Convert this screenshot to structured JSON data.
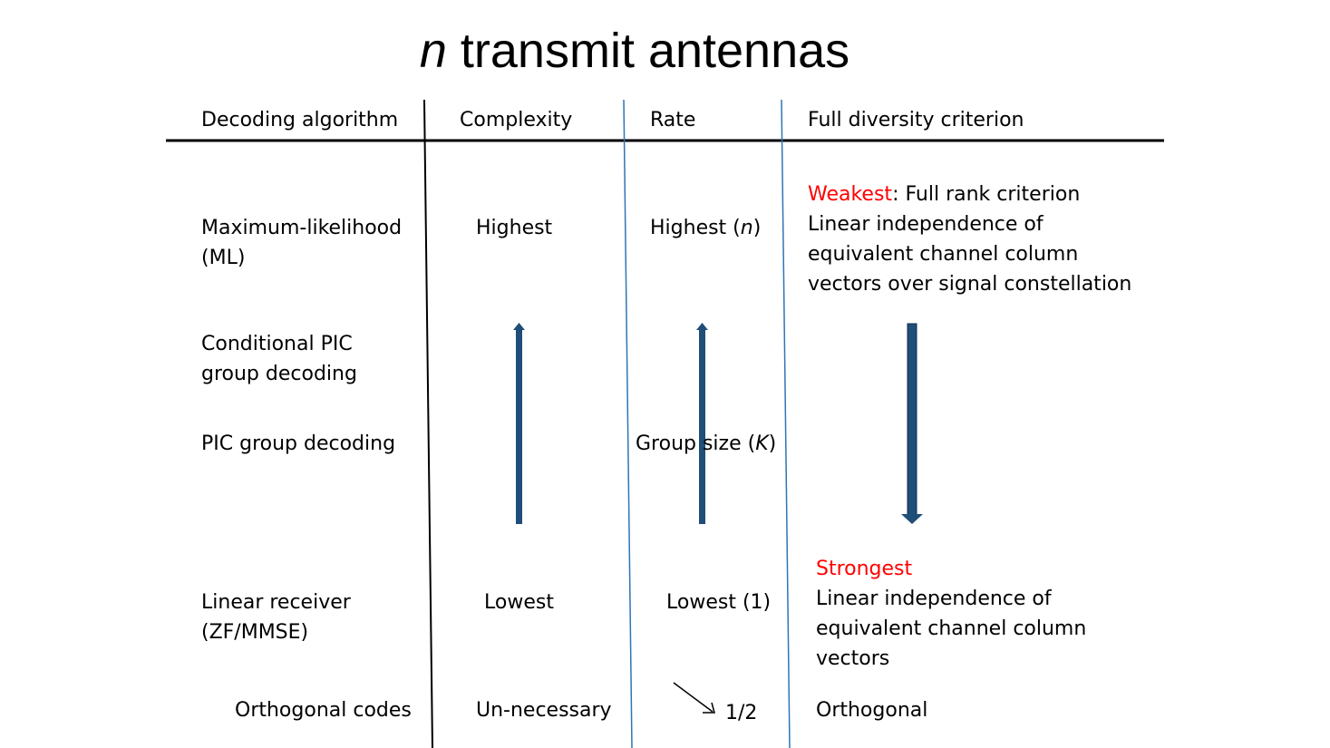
{
  "title": {
    "italic": "n",
    "rest": " transmit antennas"
  },
  "headers": {
    "decoding": "Decoding algorithm",
    "complexity": "Complexity",
    "rate": "Rate",
    "diversity": "Full diversity criterion"
  },
  "rows": {
    "ml": {
      "algo_l1": "Maximum-likelihood",
      "algo_l2": "(ML)",
      "complexity": "Highest",
      "rate_pre": "Highest (",
      "rate_var": "n",
      "rate_post": ")",
      "div_highlight": "Weakest",
      "div_rest": ": Full rank criterion",
      "div_l2": "Linear independence of",
      "div_l3": "equivalent channel column",
      "div_l4": "vectors over signal constellation"
    },
    "cond_pic": {
      "algo_l1": "Conditional PIC",
      "algo_l2": "group decoding"
    },
    "pic": {
      "algo": "PIC  group decoding",
      "rate_pre": "Group size (",
      "rate_var": "K",
      "rate_post": ")"
    },
    "linear": {
      "algo_l1": "Linear receiver",
      "algo_l2": "(ZF/MMSE)",
      "complexity": "Lowest",
      "rate": "Lowest (1)",
      "div_highlight": "Strongest",
      "div_l2": "Linear independence of",
      "div_l3": "equivalent channel column",
      "div_l4": "vectors"
    },
    "orthogonal": {
      "algo": "Orthogonal codes",
      "complexity": "Un-necessary",
      "rate": "1/2",
      "diversity": "Orthogonal"
    }
  },
  "colors": {
    "highlight": "#ff0000",
    "arrow": "#1f4e79",
    "divider": "#2e75b6"
  }
}
